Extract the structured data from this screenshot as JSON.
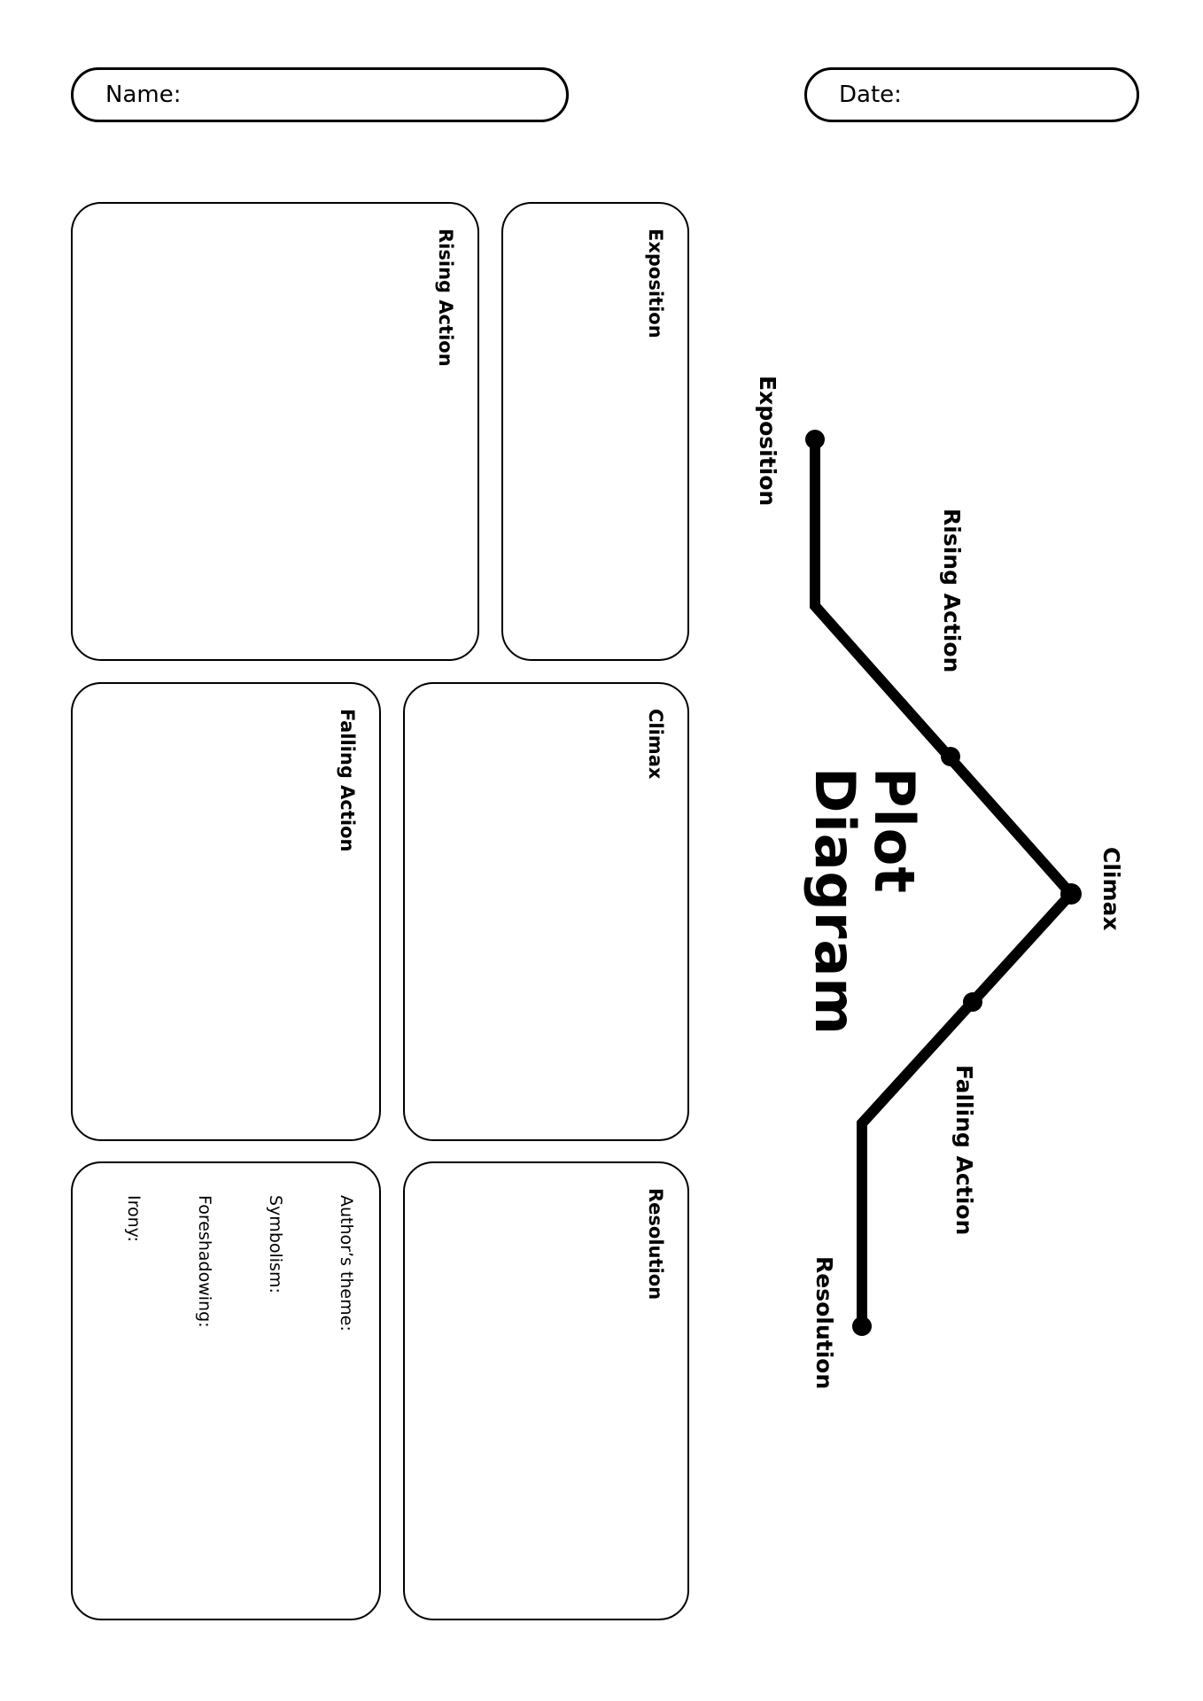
{
  "header": {
    "name_label": "Name:",
    "date_label": "Date:"
  },
  "boxes": {
    "rising_action": "Rising Action",
    "exposition": "Exposition",
    "falling_action": "Falling Action",
    "climax": "Climax",
    "resolution": "Resolution",
    "literary": {
      "authors_theme": "Author’s theme:",
      "symbolism": "Symbolism:",
      "foreshadowing": "Foreshadowing:",
      "irony": "Irony:"
    }
  },
  "diagram": {
    "title_line1": "Plot",
    "title_line2": "Diagram",
    "labels": {
      "exposition": "Exposition",
      "rising_action": "Rising Action",
      "climax": "Climax",
      "falling_action": "Falling Action",
      "resolution": "Resolution"
    }
  }
}
